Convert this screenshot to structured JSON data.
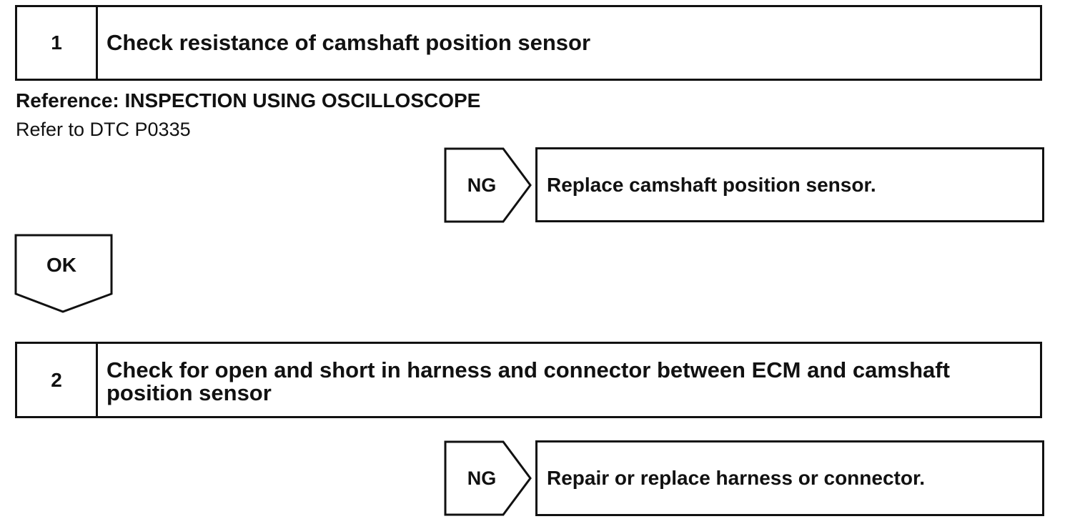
{
  "steps": [
    {
      "number": "1",
      "title": "Check resistance of camshaft position sensor"
    },
    {
      "number": "2",
      "title": "Check for open and short in harness and connector between ECM and camshaft position sensor"
    }
  ],
  "reference": {
    "title": "Reference: INSPECTION USING OSCILLOSCOPE",
    "text": "Refer to DTC P0335"
  },
  "branches": [
    {
      "tag": "NG",
      "action": "Replace camshaft position sensor."
    },
    {
      "tag": "NG",
      "action": "Repair or replace harness or connector."
    }
  ],
  "ok_label": "OK"
}
